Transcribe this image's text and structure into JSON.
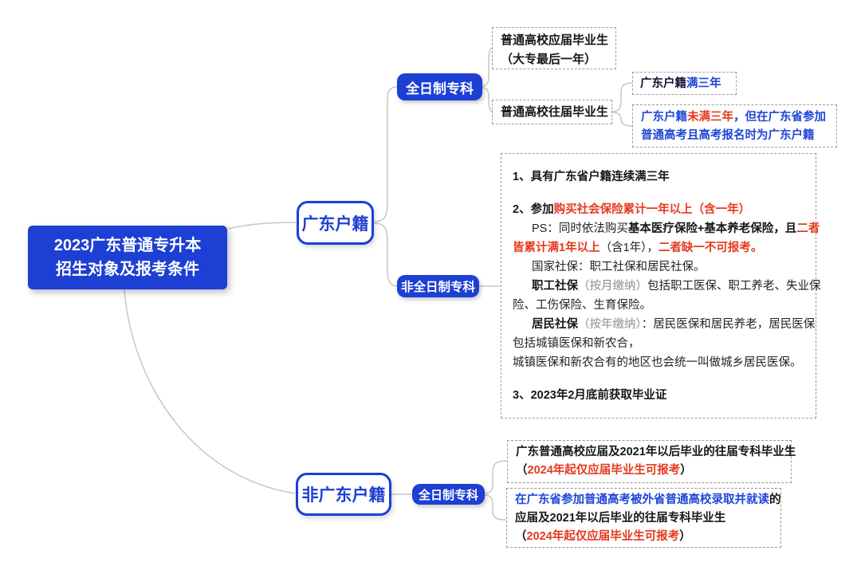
{
  "root": {
    "line1": "2023广东普通专升本",
    "line2": "招生对象及报考条件"
  },
  "nodes": {
    "gd_hukou": "广东户籍",
    "non_gd_hukou": "非广东户籍",
    "fulltime_top": "全日制专科",
    "parttime": "非全日制专科",
    "fulltime_bottom": "全日制专科"
  },
  "boxes": {
    "fresh_grad": {
      "lines": [
        {
          "segs": [
            [
              "普通高校应届毕业生",
              "b"
            ]
          ]
        },
        {
          "segs": [
            [
              "（大专最后一年）",
              "b"
            ]
          ]
        }
      ]
    },
    "former_grad": {
      "lines": [
        {
          "segs": [
            [
              "普通高校往届毕业生",
              "b"
            ]
          ]
        }
      ]
    },
    "hukou_3yr": {
      "lines": [
        {
          "segs": [
            [
              "广东户籍",
              "k"
            ],
            [
              "满三年",
              "bl"
            ]
          ]
        }
      ]
    },
    "hukou_not3yr": {
      "lines": [
        {
          "segs": [
            [
              "广东户籍",
              "bl"
            ],
            [
              "未满三年",
              "r"
            ],
            [
              "，但在广东省参加",
              "bl"
            ]
          ]
        },
        {
          "segs": [
            [
              "普通高考且高考报名时为广东户籍",
              "bl"
            ]
          ]
        }
      ]
    },
    "parttime_conditions": {
      "lines": [
        {
          "segs": [
            [
              "1、具有广东省户籍连续满三年",
              "b"
            ]
          ]
        },
        {
          "sp": 1
        },
        {
          "segs": [
            [
              "2、参加",
              "b"
            ],
            [
              "购买社会保险累计一年以上（含一年）",
              "r"
            ]
          ]
        },
        {
          "ind": 1,
          "segs": [
            [
              "PS：同时依法购买",
              "n"
            ],
            [
              "基本医疗保险+基本养老保险",
              "b"
            ],
            [
              "，且",
              "b"
            ],
            [
              "二者",
              "r"
            ]
          ]
        },
        {
          "segs": [
            [
              "皆累计满1年以上",
              "r"
            ],
            [
              "（含1年），",
              "n"
            ],
            [
              "二者缺一不可报考。",
              "r"
            ]
          ]
        },
        {
          "ind": 1,
          "segs": [
            [
              "国家社保：职工社保和居民社保。",
              "n"
            ]
          ]
        },
        {
          "ind": 1,
          "segs": [
            [
              "职工社保",
              "b"
            ],
            [
              "（按月缴纳）",
              "g"
            ],
            [
              "包括职工医保、职工养老、失业保",
              "n"
            ]
          ]
        },
        {
          "segs": [
            [
              "险、工伤保险、生育保险。",
              "n"
            ]
          ]
        },
        {
          "ind": 1,
          "segs": [
            [
              "居民社保",
              "b"
            ],
            [
              "（按年缴纳）",
              "g"
            ],
            [
              "：居民医保和居民养老，居民医保",
              "n"
            ]
          ]
        },
        {
          "segs": [
            [
              "包括城镇医保和新农合，",
              "n"
            ]
          ]
        },
        {
          "segs": [
            [
              "城镇医保和新农合有的地区也会统一叫做城乡居民医保。",
              "n"
            ]
          ]
        },
        {
          "sp": 1
        },
        {
          "segs": [
            [
              "3、2023年2月底前获取毕业证",
              "b"
            ]
          ]
        }
      ]
    },
    "gd_college_grads": {
      "lines": [
        {
          "segs": [
            [
              "广东普通高校应届及2021年以后毕业的往届专科毕业生",
              "b"
            ]
          ]
        },
        {
          "segs": [
            [
              "（",
              "b"
            ],
            [
              "2024年起仅应届毕业生可报考",
              "r"
            ],
            [
              "）",
              "b"
            ]
          ]
        }
      ]
    },
    "out_province_grads": {
      "lines": [
        {
          "segs": [
            [
              "在广东省参加普通高考被外省普通高校录取并就读",
              "bl"
            ],
            [
              "的",
              "b"
            ]
          ]
        },
        {
          "segs": [
            [
              "应届及2021年以后毕业的往届专科毕业生",
              "b"
            ]
          ]
        },
        {
          "segs": [
            [
              "（",
              "b"
            ],
            [
              "2024年起仅应届毕业生可报考",
              "r"
            ],
            [
              "）",
              "b"
            ]
          ]
        }
      ]
    }
  },
  "colors": {
    "node_blue": "#1d3fd3",
    "link_gray": "#c7c7c7",
    "red": "#e5391e",
    "text_blue": "#1e46d8"
  }
}
